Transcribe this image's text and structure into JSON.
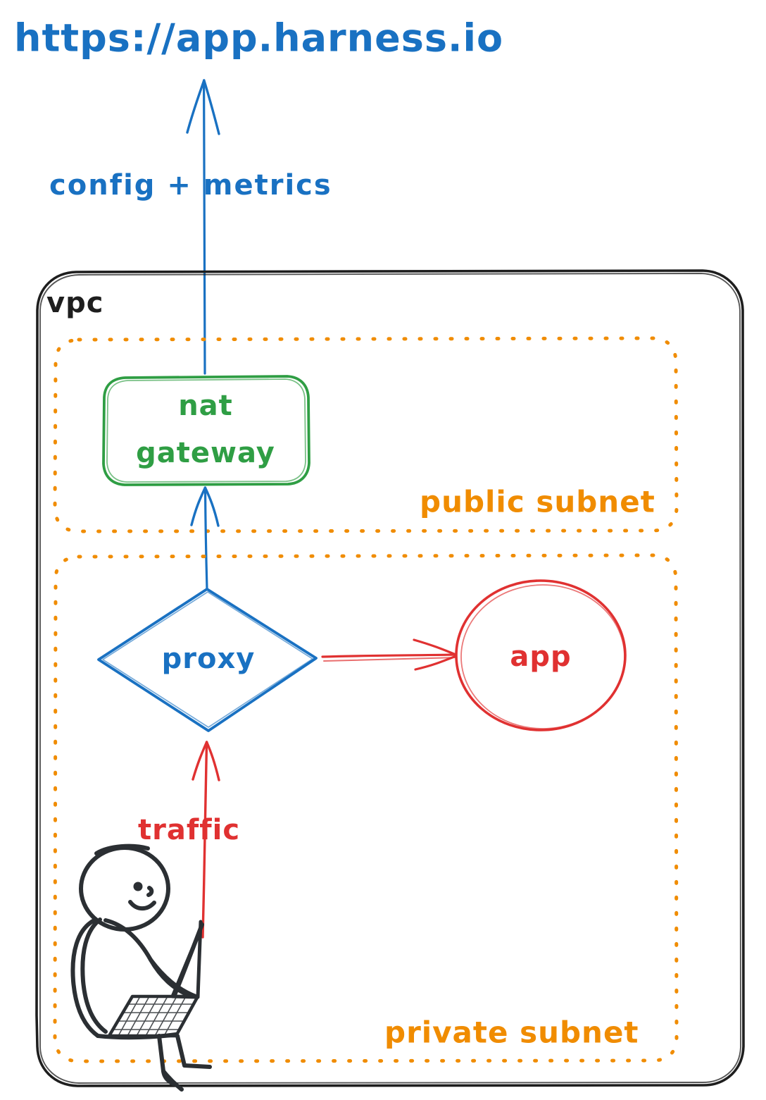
{
  "diagram": {
    "title_text": "https://app.harness.io",
    "style": "hand-drawn architecture sketch",
    "background": "#ffffff",
    "colors": {
      "blue": "#1971c2",
      "green": "#2f9e44",
      "orange": "#f08c00",
      "red": "#e03131",
      "black": "#1e1e1e"
    }
  },
  "external": {
    "endpoint_label": "https://app.harness.io",
    "endpoint_color": "#1971c2"
  },
  "edges": {
    "config_metrics": {
      "label": "config + metrics",
      "color": "#1971c2",
      "from": "nat gateway",
      "to": "https://app.harness.io",
      "direction": "up"
    },
    "proxy_to_nat": {
      "label": "",
      "color": "#1971c2",
      "from": "proxy",
      "to": "nat gateway",
      "direction": "up"
    },
    "proxy_to_app": {
      "label": "",
      "color": "#e03131",
      "from": "proxy",
      "to": "app",
      "direction": "right"
    },
    "user_to_proxy": {
      "label": "traffic",
      "color": "#e03131",
      "from": "user",
      "to": "proxy",
      "direction": "up"
    }
  },
  "vpc": {
    "label": "vpc",
    "border_color": "#1e1e1e",
    "subnets": [
      {
        "id": "public",
        "label": "public subnet",
        "border_color": "#f08c00",
        "border_style": "dotted",
        "nodes": [
          {
            "id": "nat-gateway",
            "label_line1": "nat",
            "label_line2": "gateway",
            "shape": "rounded-rect",
            "color": "#2f9e44"
          }
        ]
      },
      {
        "id": "private",
        "label": "private subnet",
        "border_color": "#f08c00",
        "border_style": "dotted",
        "nodes": [
          {
            "id": "proxy",
            "label_line1": "proxy",
            "label_line2": "",
            "shape": "diamond",
            "color": "#1971c2"
          },
          {
            "id": "app",
            "label_line1": "app",
            "label_line2": "",
            "shape": "ellipse",
            "color": "#e03131"
          },
          {
            "id": "user",
            "label_line1": "",
            "label_line2": "",
            "shape": "stick-figure-with-laptop",
            "color": "#1e1e1e"
          }
        ]
      }
    ]
  }
}
